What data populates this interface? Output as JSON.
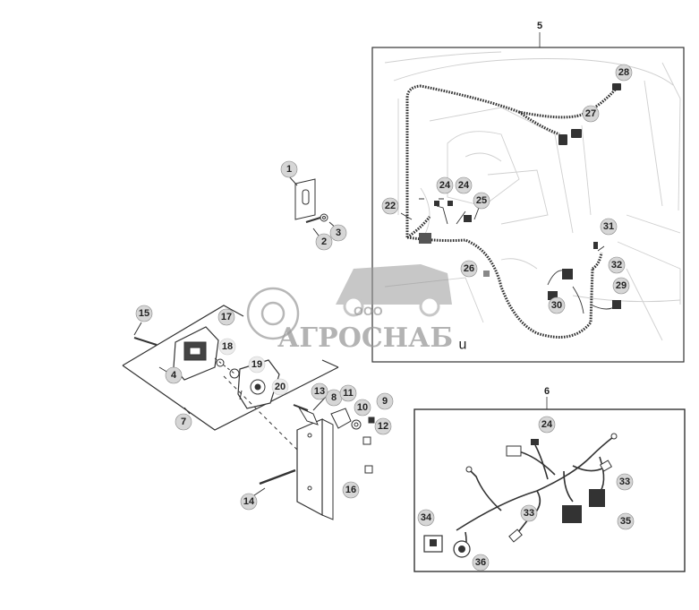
{
  "callouts": [
    "1",
    "2",
    "3",
    "4",
    "7",
    "8",
    "9",
    "10",
    "11",
    "12",
    "13",
    "14",
    "15",
    "16",
    "17",
    "18",
    "19",
    "20",
    "22",
    "24",
    "24",
    "25",
    "26",
    "27",
    "28",
    "29",
    "30",
    "31",
    "32",
    "24",
    "33",
    "33",
    "34",
    "35",
    "36"
  ],
  "frame_labels": {
    "cab_frame": "5",
    "harness_frame": "6"
  },
  "watermark": {
    "small": "ООО",
    "brand": "АГРОСНАБ",
    "suffix": "u"
  },
  "colors": {
    "line": "#333333",
    "callout_fill": "#d6d6d6",
    "watermark": "#9a9a9a"
  }
}
